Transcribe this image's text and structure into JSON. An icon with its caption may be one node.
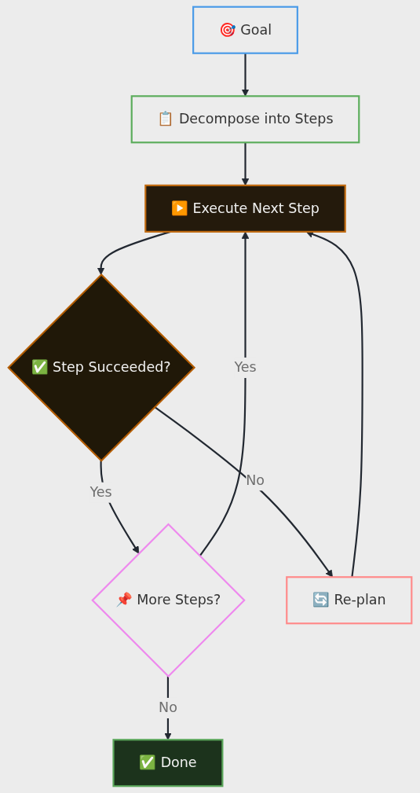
{
  "diagram": {
    "nodes": [
      {
        "text": [
          "🎯 Goal"
        ]
      },
      {
        "text": [
          "📋 Decompose into Steps"
        ]
      },
      {
        "text": [
          "▶️ Execute Next Step"
        ]
      },
      {
        "text": [
          "✅ Step Succeeded?"
        ]
      },
      {
        "text": [
          "📌 More Steps?"
        ]
      },
      {
        "text": [
          "🔄 Re-plan"
        ]
      },
      {
        "text": [
          "✅ Done"
        ]
      }
    ],
    "edges": [
      {
        "from": 0,
        "to": 1,
        "arrow": "to"
      },
      {
        "from": 1,
        "to": 2,
        "arrow": "to"
      },
      {
        "from": 2,
        "to": 3,
        "arrow": "to"
      },
      {
        "from": 3,
        "to": 4,
        "label": "Yes",
        "arrow": "to"
      },
      {
        "from": 3,
        "to": 5,
        "label": "No",
        "arrow": "to"
      },
      {
        "from": 4,
        "to": 2,
        "label": "Yes",
        "arrow": "to"
      },
      {
        "from": 4,
        "to": 6,
        "label": "No",
        "arrow": "to"
      },
      {
        "from": 5,
        "to": 2,
        "arrow": "to"
      }
    ]
  }
}
